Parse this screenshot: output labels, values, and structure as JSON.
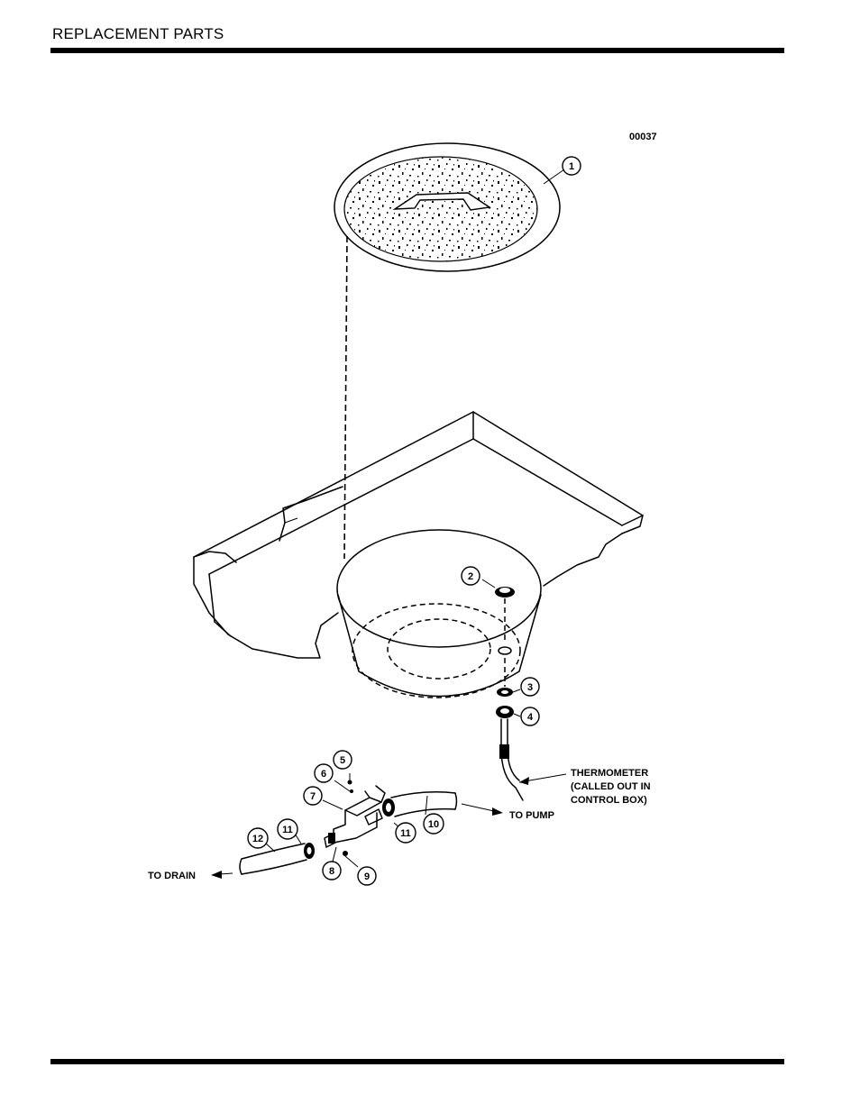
{
  "header": {
    "title": "REPLACEMENT PARTS"
  },
  "figure": {
    "id": "00037",
    "callouts": [
      {
        "num": "1"
      },
      {
        "num": "2"
      },
      {
        "num": "3"
      },
      {
        "num": "4"
      },
      {
        "num": "5"
      },
      {
        "num": "6"
      },
      {
        "num": "7"
      },
      {
        "num": "8"
      },
      {
        "num": "9"
      },
      {
        "num": "10"
      },
      {
        "num": "11"
      },
      {
        "num": "11"
      },
      {
        "num": "12"
      }
    ],
    "labels": {
      "thermometer_1": "THERMOMETER",
      "thermometer_2": "(CALLED OUT IN",
      "thermometer_3": "CONTROL BOX)",
      "to_pump": "TO PUMP",
      "to_drain": "TO DRAIN"
    }
  }
}
